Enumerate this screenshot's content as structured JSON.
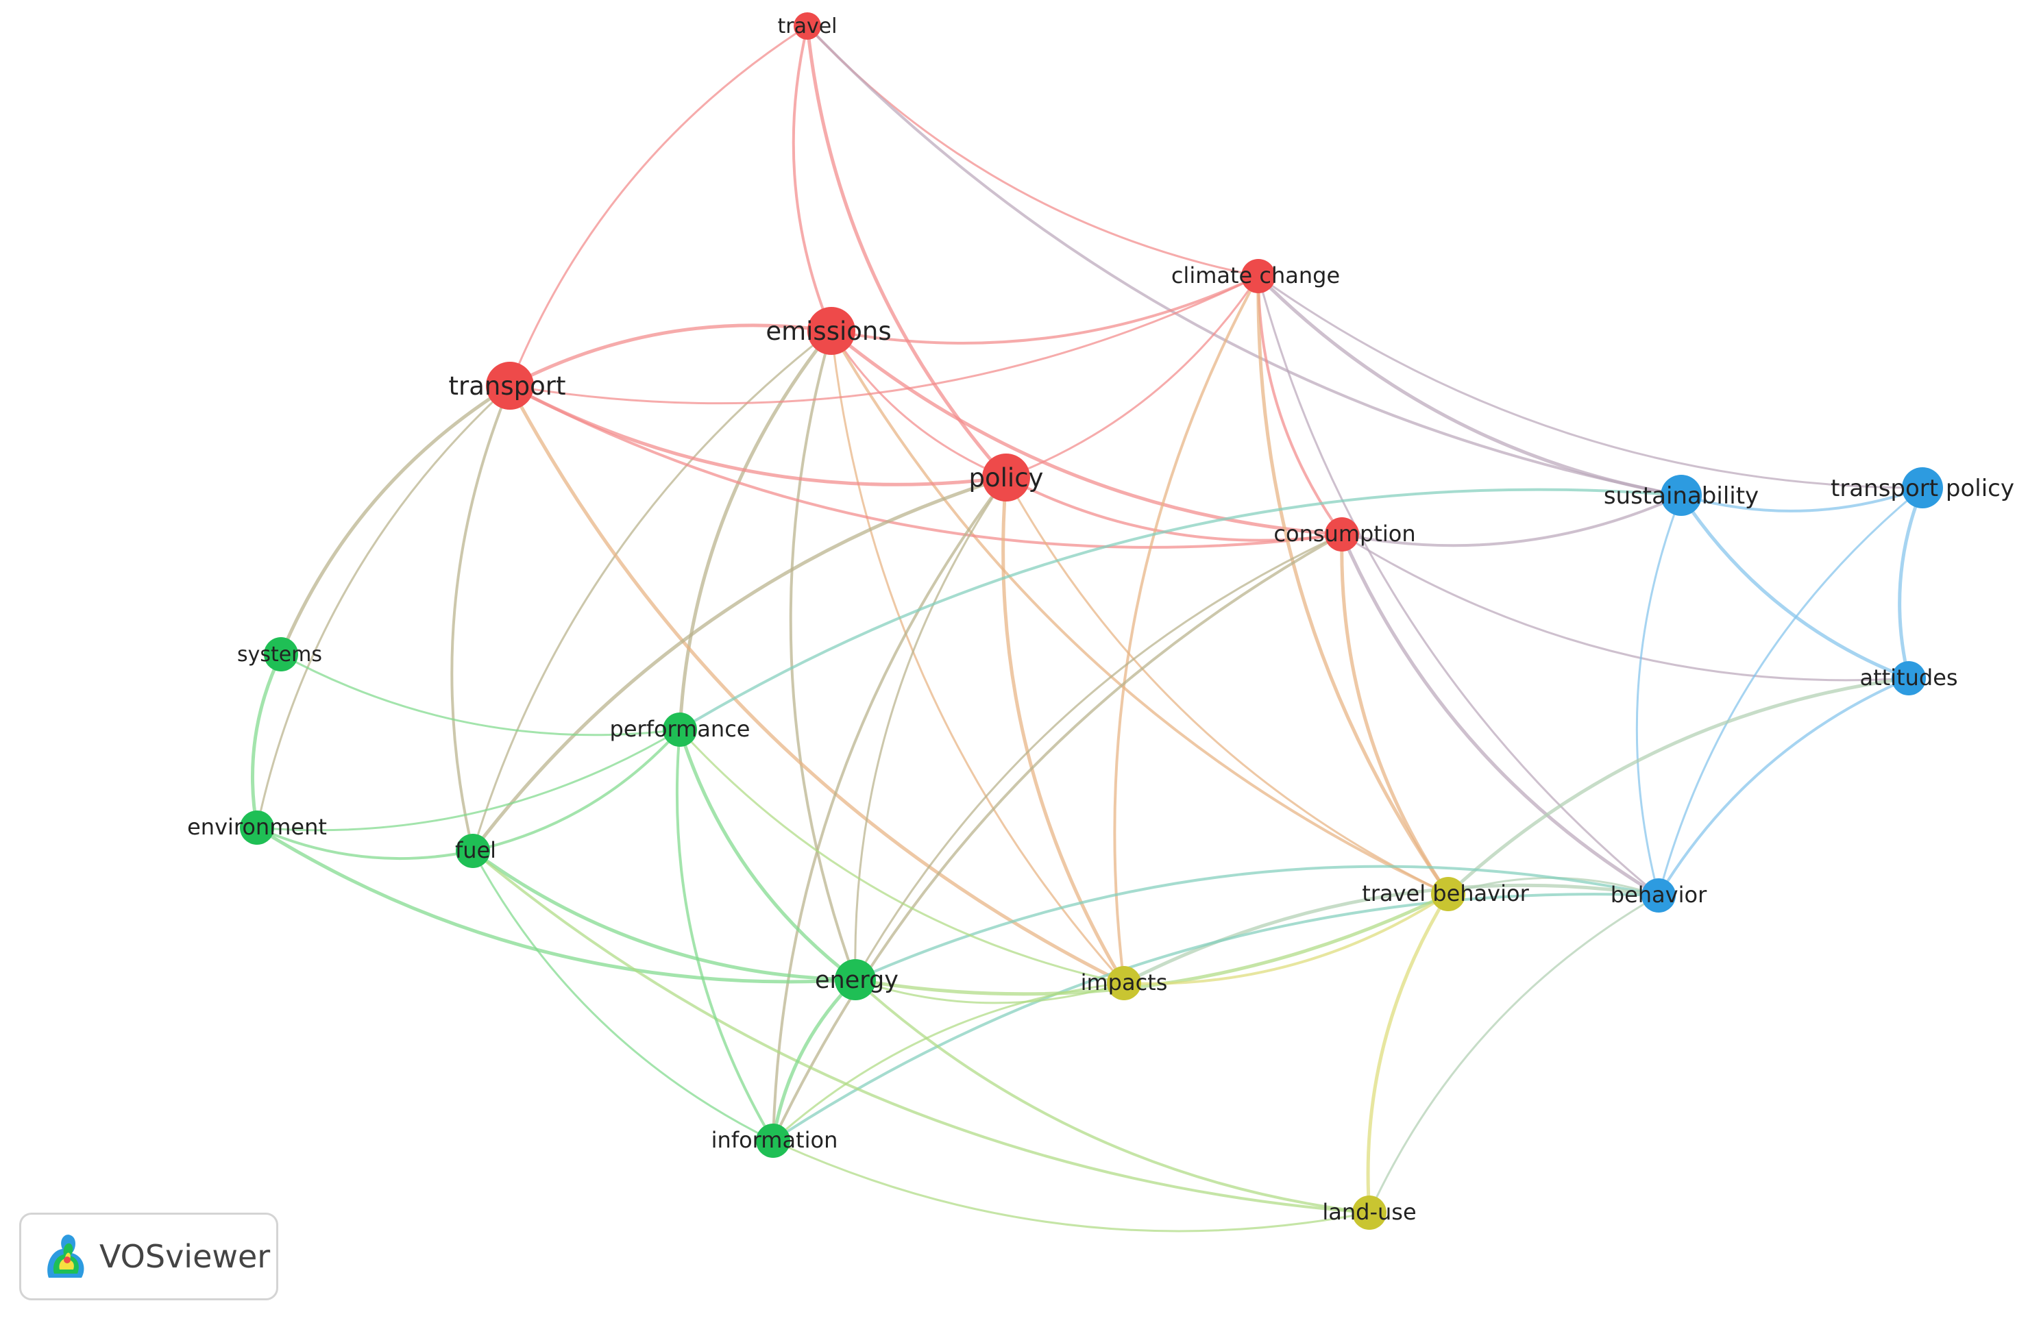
{
  "brand": {
    "name": "VOSviewer"
  },
  "clusters": {
    "red": {
      "node": "#ee4a4a",
      "edge": "#f28a8a"
    },
    "green": {
      "node": "#1fbf55",
      "edge": "#7fd98c"
    },
    "blue": {
      "node": "#2d9be0",
      "edge": "#84c4ec"
    },
    "yellow": {
      "node": "#c9c531",
      "edge": "#dedc7a"
    }
  },
  "nodes": [
    {
      "id": "travel",
      "label": "travel",
      "cluster": "red",
      "weight": 2
    },
    {
      "id": "climate-change",
      "label": "climate change",
      "cluster": "red",
      "weight": 3
    },
    {
      "id": "emissions",
      "label": "emissions",
      "cluster": "red",
      "weight": 5
    },
    {
      "id": "transport",
      "label": "transport",
      "cluster": "red",
      "weight": 5
    },
    {
      "id": "policy",
      "label": "policy",
      "cluster": "red",
      "weight": 5
    },
    {
      "id": "consumption",
      "label": "consumption",
      "cluster": "red",
      "weight": 3
    },
    {
      "id": "sustainability",
      "label": "sustainability",
      "cluster": "blue",
      "weight": 4
    },
    {
      "id": "transport-policy",
      "label": "transport policy",
      "cluster": "blue",
      "weight": 4
    },
    {
      "id": "attitudes",
      "label": "attitudes",
      "cluster": "blue",
      "weight": 3
    },
    {
      "id": "behavior",
      "label": "behavior",
      "cluster": "blue",
      "weight": 3
    },
    {
      "id": "systems",
      "label": "systems",
      "cluster": "green",
      "weight": 3
    },
    {
      "id": "performance",
      "label": "performance",
      "cluster": "green",
      "weight": 3
    },
    {
      "id": "environment",
      "label": "environment",
      "cluster": "green",
      "weight": 3
    },
    {
      "id": "fuel",
      "label": "fuel",
      "cluster": "green",
      "weight": 3
    },
    {
      "id": "energy",
      "label": "energy",
      "cluster": "green",
      "weight": 4
    },
    {
      "id": "information",
      "label": "information",
      "cluster": "green",
      "weight": 3
    },
    {
      "id": "impacts",
      "label": "impacts",
      "cluster": "yellow",
      "weight": 3
    },
    {
      "id": "travel-behavior",
      "label": "travel behavior",
      "cluster": "yellow",
      "weight": 3
    },
    {
      "id": "land-use",
      "label": "land-use",
      "cluster": "yellow",
      "weight": 3
    }
  ],
  "edges": [
    [
      "travel",
      "transport"
    ],
    [
      "travel",
      "emissions"
    ],
    [
      "travel",
      "policy"
    ],
    [
      "travel",
      "climate-change"
    ],
    [
      "travel",
      "sustainability"
    ],
    [
      "emissions",
      "transport"
    ],
    [
      "emissions",
      "policy"
    ],
    [
      "emissions",
      "climate-change"
    ],
    [
      "emissions",
      "consumption"
    ],
    [
      "emissions",
      "fuel"
    ],
    [
      "emissions",
      "energy"
    ],
    [
      "emissions",
      "performance"
    ],
    [
      "emissions",
      "impacts"
    ],
    [
      "emissions",
      "travel-behavior"
    ],
    [
      "transport",
      "policy"
    ],
    [
      "transport",
      "climate-change"
    ],
    [
      "transport",
      "consumption"
    ],
    [
      "transport",
      "systems"
    ],
    [
      "transport",
      "environment"
    ],
    [
      "transport",
      "fuel"
    ],
    [
      "transport",
      "impacts"
    ],
    [
      "policy",
      "climate-change"
    ],
    [
      "policy",
      "consumption"
    ],
    [
      "policy",
      "fuel"
    ],
    [
      "policy",
      "energy"
    ],
    [
      "policy",
      "information"
    ],
    [
      "policy",
      "impacts"
    ],
    [
      "policy",
      "travel-behavior"
    ],
    [
      "climate-change",
      "consumption"
    ],
    [
      "climate-change",
      "sustainability"
    ],
    [
      "climate-change",
      "transport-policy"
    ],
    [
      "climate-change",
      "impacts"
    ],
    [
      "climate-change",
      "travel-behavior"
    ],
    [
      "climate-change",
      "behavior"
    ],
    [
      "consumption",
      "sustainability"
    ],
    [
      "consumption",
      "behavior"
    ],
    [
      "consumption",
      "energy"
    ],
    [
      "consumption",
      "information"
    ],
    [
      "consumption",
      "travel-behavior"
    ],
    [
      "consumption",
      "attitudes"
    ],
    [
      "sustainability",
      "transport-policy"
    ],
    [
      "sustainability",
      "attitudes"
    ],
    [
      "sustainability",
      "behavior"
    ],
    [
      "sustainability",
      "performance"
    ],
    [
      "transport-policy",
      "attitudes"
    ],
    [
      "transport-policy",
      "behavior"
    ],
    [
      "attitudes",
      "behavior"
    ],
    [
      "attitudes",
      "travel-behavior"
    ],
    [
      "behavior",
      "travel-behavior"
    ],
    [
      "behavior",
      "energy"
    ],
    [
      "behavior",
      "impacts"
    ],
    [
      "behavior",
      "land-use"
    ],
    [
      "behavior",
      "information"
    ],
    [
      "systems",
      "environment"
    ],
    [
      "systems",
      "performance"
    ],
    [
      "environment",
      "fuel"
    ],
    [
      "environment",
      "energy"
    ],
    [
      "environment",
      "performance"
    ],
    [
      "fuel",
      "performance"
    ],
    [
      "fuel",
      "energy"
    ],
    [
      "fuel",
      "information"
    ],
    [
      "fuel",
      "land-use"
    ],
    [
      "performance",
      "energy"
    ],
    [
      "performance",
      "impacts"
    ],
    [
      "performance",
      "information"
    ],
    [
      "energy",
      "information"
    ],
    [
      "energy",
      "impacts"
    ],
    [
      "energy",
      "land-use"
    ],
    [
      "energy",
      "travel-behavior"
    ],
    [
      "impacts",
      "information"
    ],
    [
      "impacts",
      "travel-behavior"
    ],
    [
      "travel-behavior",
      "land-use"
    ],
    [
      "information",
      "land-use"
    ]
  ]
}
